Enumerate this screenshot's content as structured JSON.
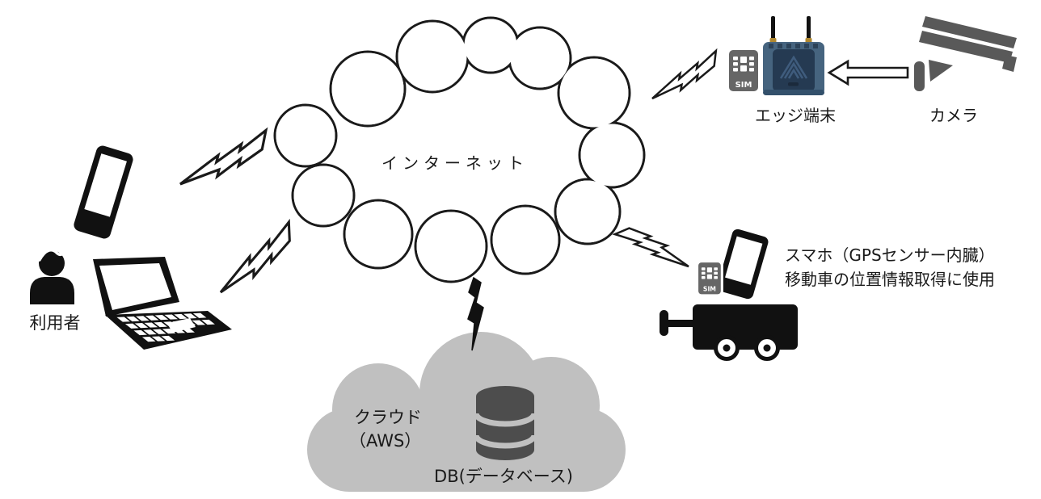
{
  "diagram": {
    "internet": {
      "label": "インターネット"
    },
    "user": {
      "label": "利用者"
    },
    "edge_terminal": {
      "label": "エッジ端末"
    },
    "camera": {
      "label": "カメラ"
    },
    "aws_cloud": {
      "label_line1": "クラウド",
      "label_line2": "（AWS）",
      "db_label": "DB(データベース)"
    },
    "smartphone": {
      "note_line1": "スマホ（GPSセンサー内臓）",
      "note_line2": "移動車の位置情報取得に使用"
    },
    "sim": {
      "label": "SIM"
    },
    "colors": {
      "outline": "#1a1a1a",
      "cloud_fill": "#ffffff",
      "aws_cloud_gray": "#c0c0c0",
      "db_gray": "#4d4d4d",
      "camera_gray": "#595959",
      "sim_gray": "#666666",
      "router_blue": "#46647f",
      "router_panel_navy": "#253a52",
      "antenna_gold": "#b08830",
      "device_black": "#111111"
    }
  }
}
